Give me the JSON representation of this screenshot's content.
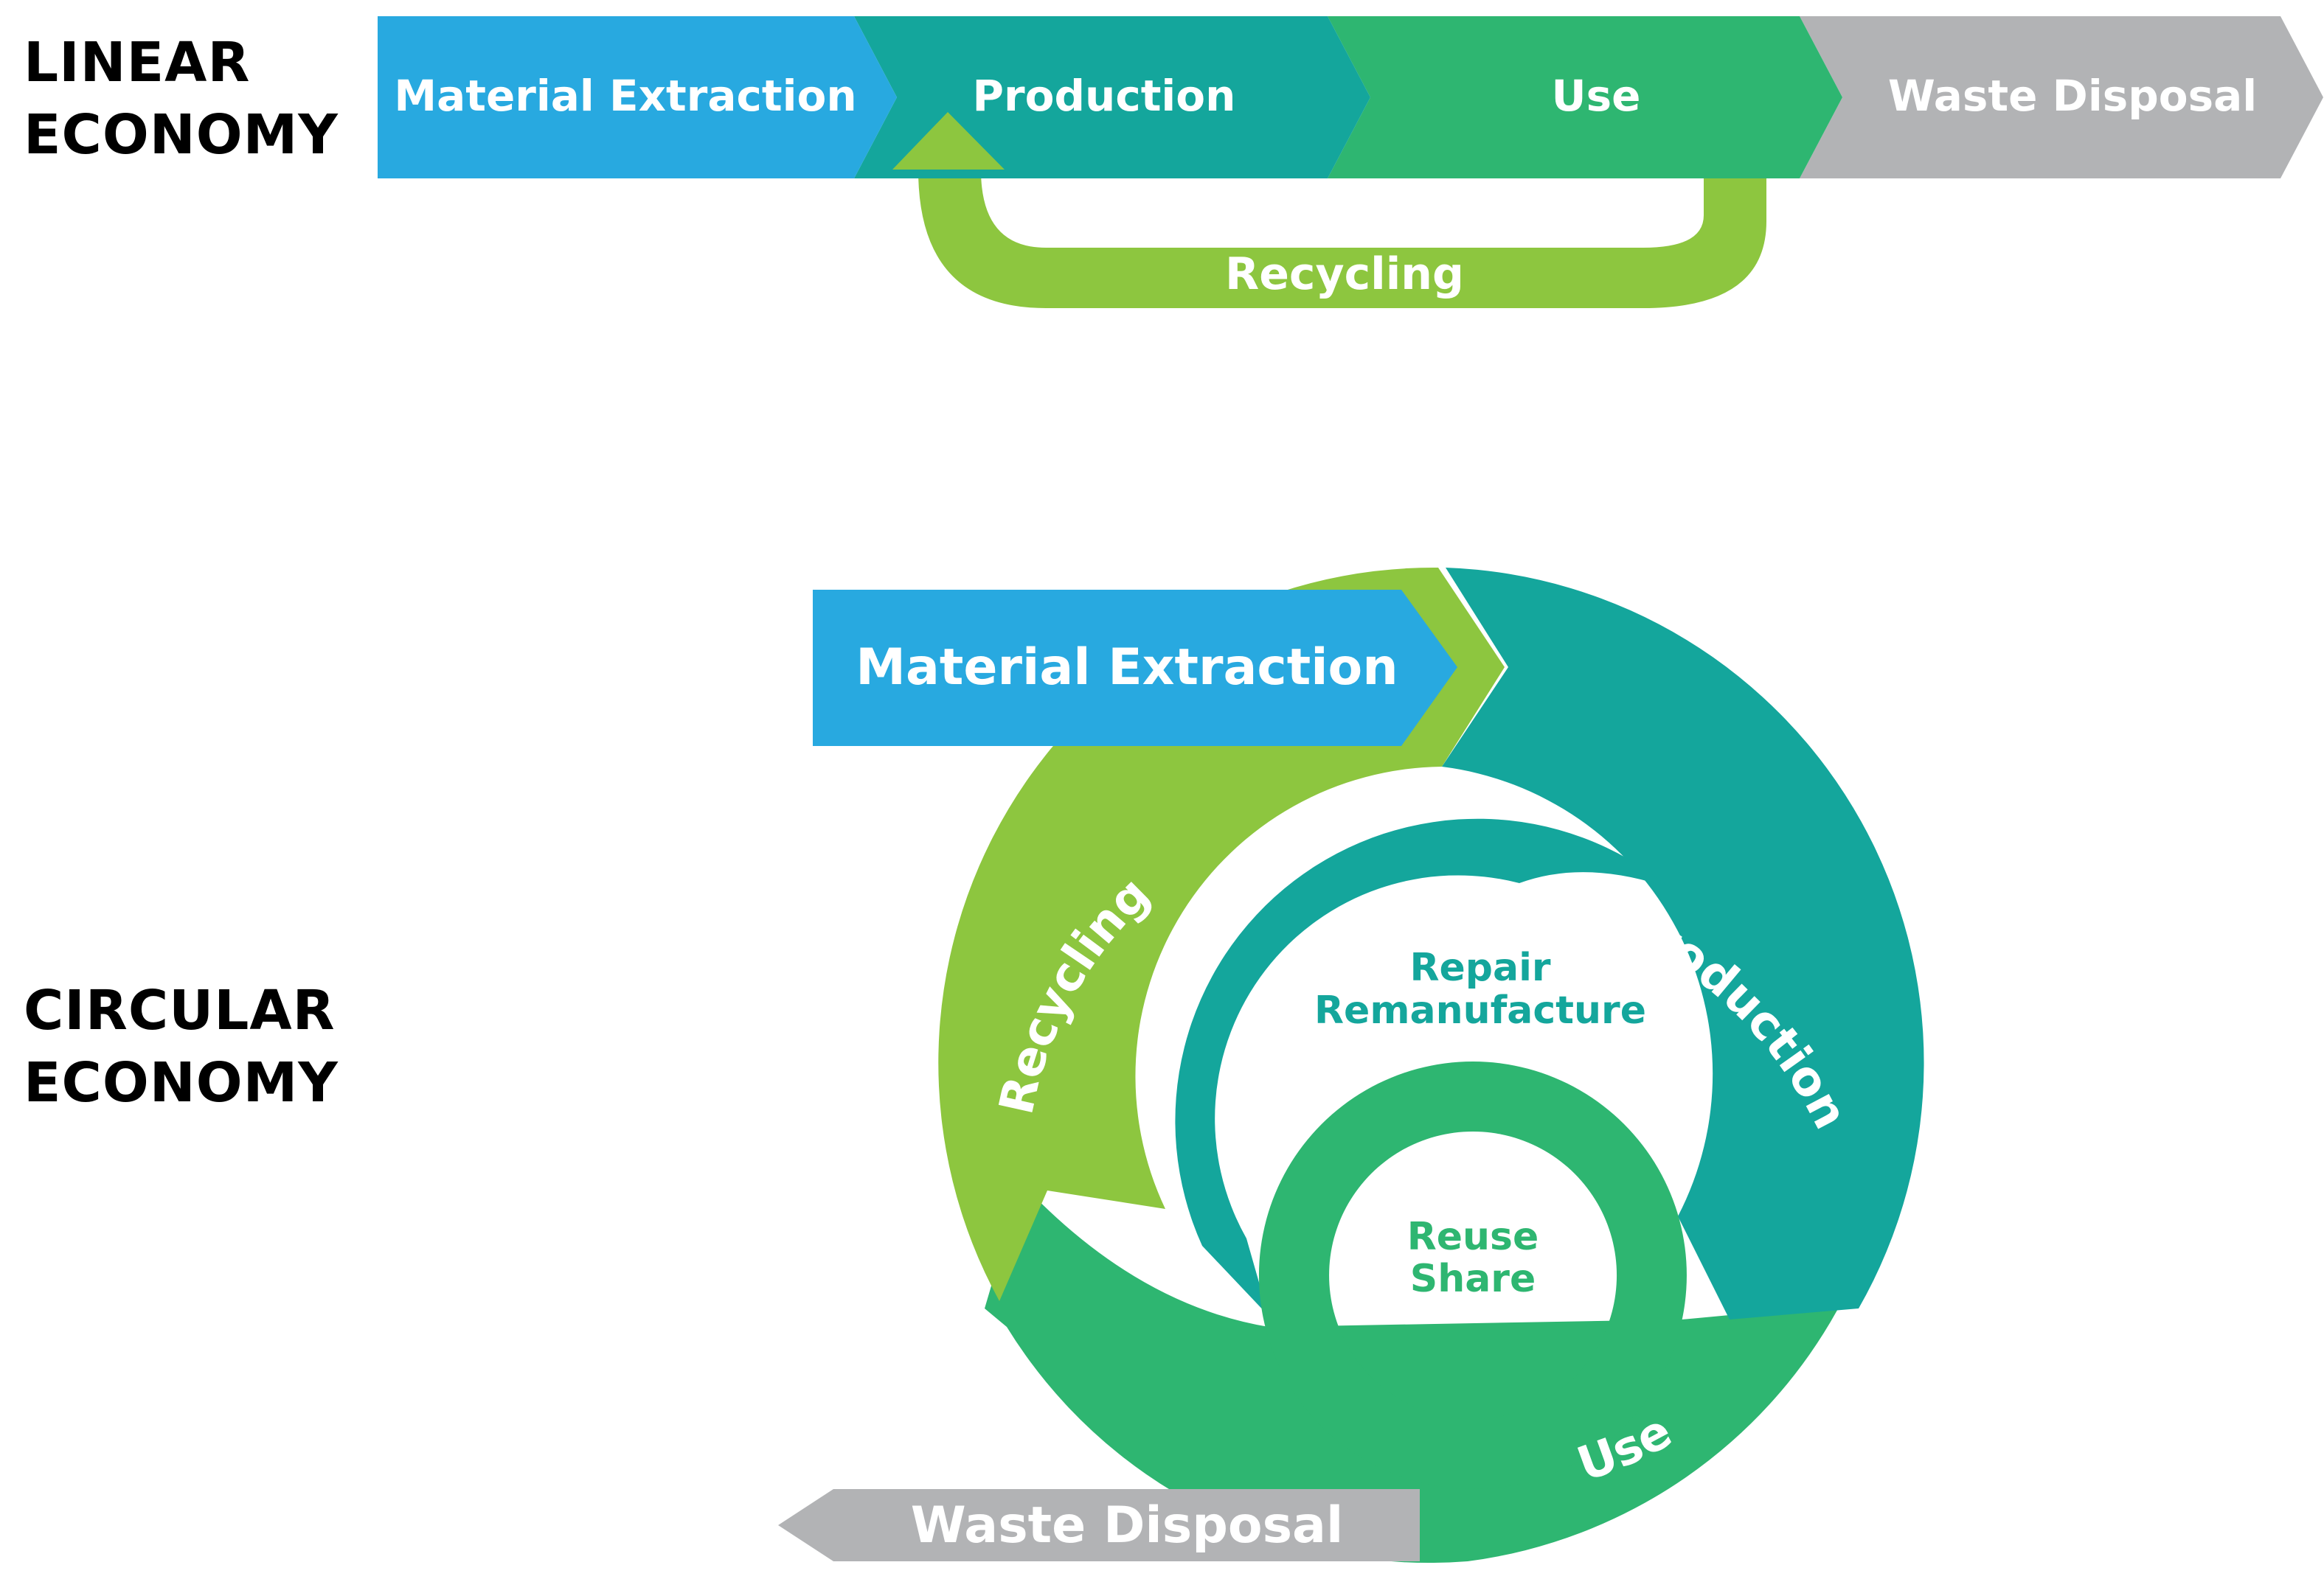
{
  "linear": {
    "title_line1": "LINEAR",
    "title_line2": "ECONOMY",
    "steps": [
      "Material Extraction",
      "Production",
      "Use",
      "Waste Disposal"
    ],
    "recycling_label": "Recycling"
  },
  "circular": {
    "title_line1": "CIRCULAR",
    "title_line2": "ECONOMY",
    "material_extraction": "Material Extraction",
    "production": "Production",
    "use": "Use",
    "recycling": "Recycling",
    "repair_line1": "Repair",
    "repair_line2": "Remanufacture",
    "reuse_line1": "Reuse",
    "reuse_line2": "Share",
    "waste_disposal": "Waste Disposal"
  },
  "colors": {
    "blue": "#28A9E0",
    "teal": "#14A69C",
    "green": "#2EB671",
    "lime": "#8DC63F",
    "gray": "#B2B3B5",
    "text_white": "#FFFFFF",
    "text_black": "#000000"
  }
}
